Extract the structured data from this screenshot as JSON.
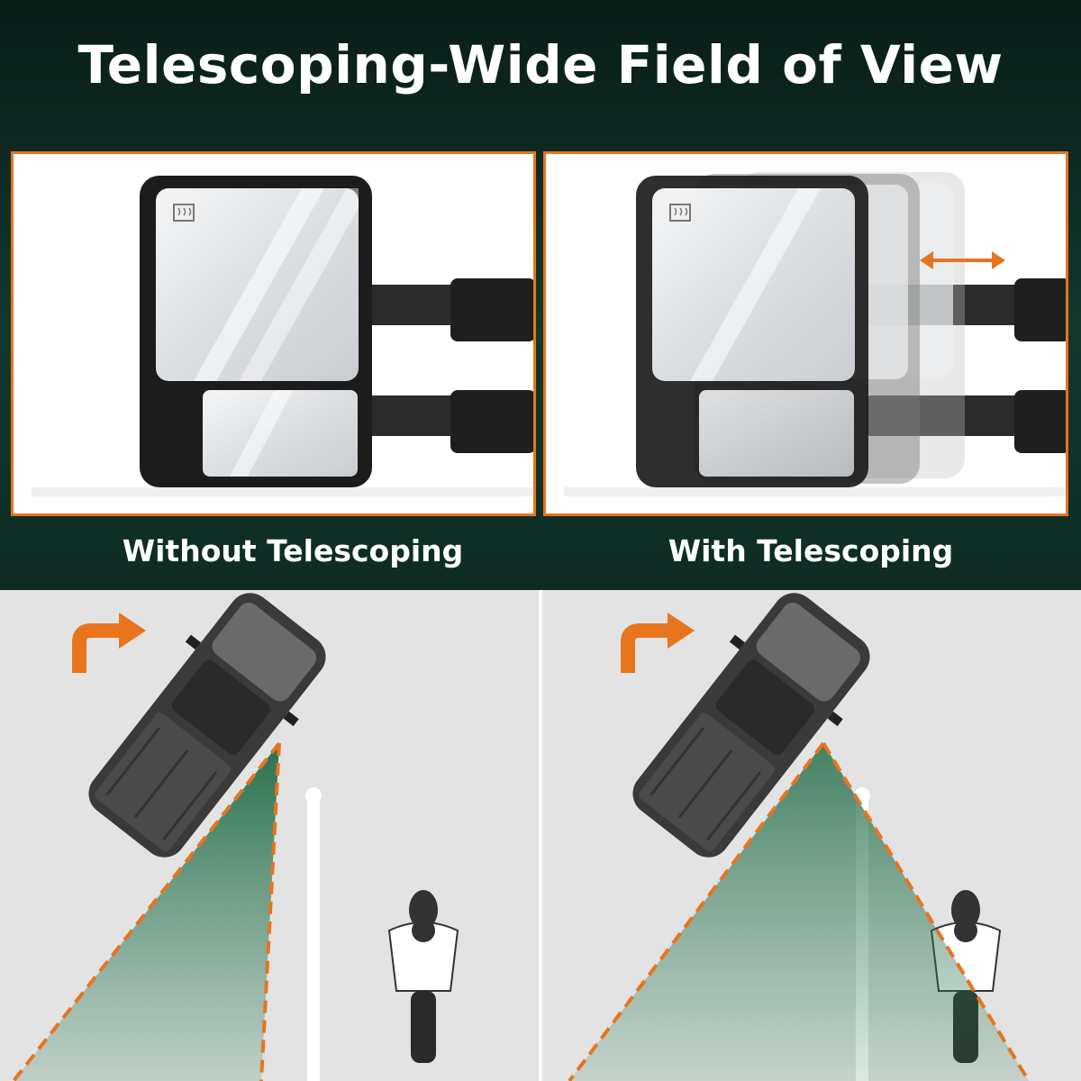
{
  "title": "Telescoping-Wide Field of View",
  "comparison": [
    {
      "caption": "Without Telescoping"
    },
    {
      "caption": "With Telescoping"
    }
  ],
  "colors": {
    "accent": "#e8741e",
    "background": "#0f2a22",
    "view_zone": "#2f7a55",
    "road": "#e3e3e3"
  },
  "icons": [
    "turn-right-arrow-icon",
    "double-arrow-icon",
    "defrost-icon"
  ]
}
